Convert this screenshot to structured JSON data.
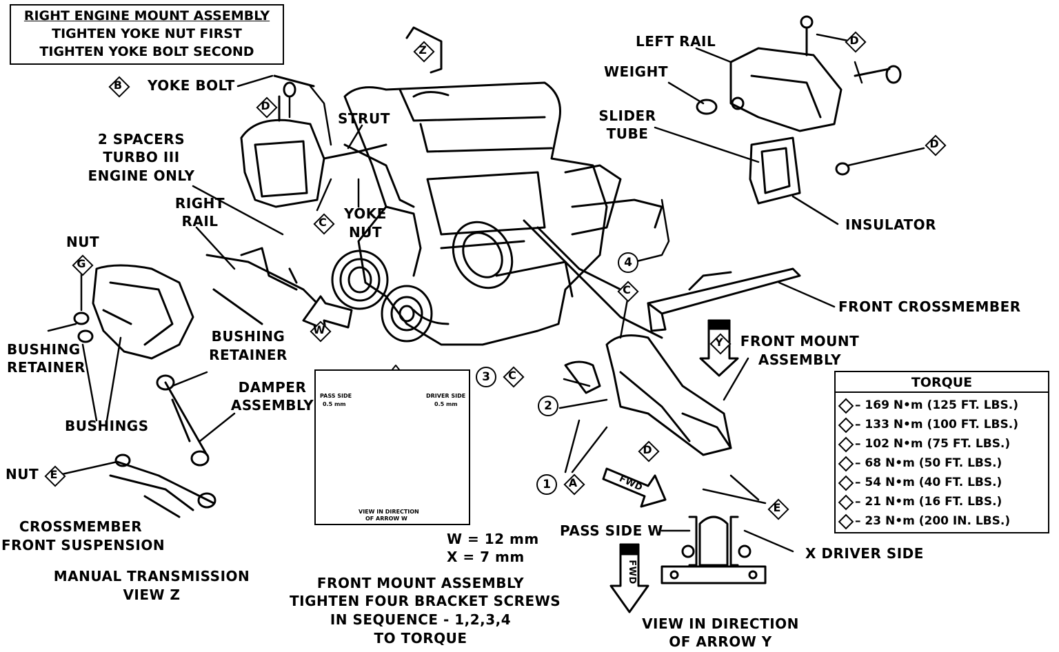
{
  "title_box": {
    "line1": "RIGHT ENGINE MOUNT ASSEMBLY",
    "line2": "TIGHTEN YOKE NUT FIRST",
    "line3": "TIGHTEN YOKE BOLT SECOND"
  },
  "labels": {
    "yoke_bolt": "YOKE BOLT",
    "strut": "STRUT",
    "spacers_1": "2 SPACERS",
    "spacers_2": "TURBO III",
    "spacers_3": "ENGINE ONLY",
    "yoke_nut_1": "YOKE",
    "yoke_nut_2": "NUT",
    "right_rail_1": "RIGHT",
    "right_rail_2": "RAIL",
    "nut_top": "NUT",
    "bushing_retainer_left_1": "BUSHING",
    "bushing_retainer_left_2": "RETAINER",
    "bushing_retainer_right_1": "BUSHING",
    "bushing_retainer_right_2": "RETAINER",
    "damper_1": "DAMPER",
    "damper_2": "ASSEMBLY",
    "bushings": "BUSHINGS",
    "nut_e": "NUT",
    "crossmember_1": "CROSSMEMBER",
    "crossmember_2": "FRONT SUSPENSION",
    "manual_1": "MANUAL TRANSMISSION",
    "manual_2": "VIEW Z",
    "left_rail": "LEFT RAIL",
    "weight": "WEIGHT",
    "slider_1": "SLIDER",
    "slider_2": "TUBE",
    "insulator": "INSULATOR",
    "front_crossmember": "FRONT CROSSMEMBER",
    "front_mount_1": "FRONT MOUNT",
    "front_mount_2": "ASSEMBLY",
    "w_dim": "W = 12 mm",
    "x_dim": "X = 7 mm",
    "front_mount_note_1": "FRONT MOUNT ASSEMBLY",
    "front_mount_note_2": "TIGHTEN FOUR BRACKET SCREWS",
    "front_mount_note_3": "IN SEQUENCE - 1,2,3,4",
    "front_mount_note_4": "TO TORQUE",
    "pass_side": "PASS SIDE W",
    "driver_side": "X DRIVER SIDE",
    "view_y_1": "VIEW IN DIRECTION",
    "view_y_2": "OF ARROW Y",
    "fwd": "FWD",
    "inset_pass": "PASS SIDE",
    "inset_pass_dim": "0.5 mm",
    "inset_driver": "DRIVER SIDE",
    "inset_driver_dim": "0.5 mm",
    "inset_caption_1": "VIEW IN DIRECTION",
    "inset_caption_2": "OF ARROW W"
  },
  "callouts": {
    "B": "B",
    "D": "D",
    "C": "C",
    "A": "A",
    "E": "E",
    "G": "G",
    "Z": "Z",
    "W": "W",
    "Y": "Y",
    "n1": "1",
    "n2": "2",
    "n3": "3",
    "n4": "4"
  },
  "torque": {
    "header": "TORQUE",
    "rows": [
      "– 169 N•m (125 FT. LBS.)",
      "– 133 N•m (100 FT. LBS.)",
      "– 102 N•m (75 FT. LBS.)",
      "– 68 N•m (50 FT. LBS.)",
      "– 54 N•m (40 FT. LBS.)",
      "– 21 N•m (16 FT. LBS.)",
      "– 23 N•m (200 IN. LBS.)"
    ]
  }
}
